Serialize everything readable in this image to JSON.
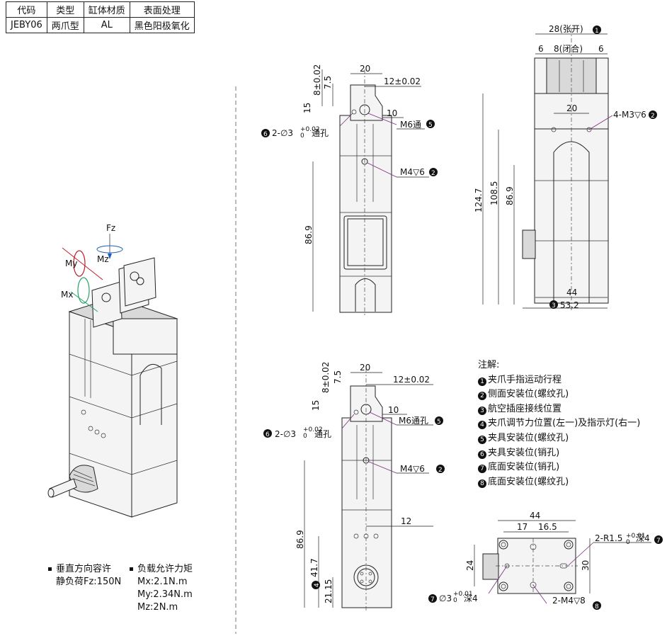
{
  "table": {
    "headers": [
      "代码",
      "类型",
      "缸体材质",
      "表面处理"
    ],
    "row": [
      "JEBY06",
      "两爪型",
      "AL",
      "黑色阳极氧化"
    ]
  },
  "iso": {
    "fz": "Fz",
    "my": "My",
    "mz": "Mz",
    "mx": "Mx"
  },
  "load": {
    "vertical_title": "垂直方向容许",
    "vertical_value": "静负荷Fz:150N",
    "moment_title": "负载允许力矩",
    "mx": "Mx:2.1N.m",
    "my": "My:2.34N.m",
    "mz": "Mz:2N.m"
  },
  "top_view": {
    "d_8": "8±0.02",
    "d_75": "7.5",
    "d_20": "20",
    "d_12": "12±0.02",
    "d_15": "15",
    "d_10": "10",
    "m6": "M6通",
    "holes": "2-∅3",
    "tol": "+0.02",
    "tol0": "0",
    "through": "通孔",
    "m4": "M4▽6",
    "d_869": "86.9"
  },
  "front_view": {
    "open": "28(张开)",
    "d6a": "6",
    "closed": "8(闭合)",
    "d6b": "6",
    "d20": "20",
    "m3": "4-M3▽6",
    "d1247": "124.7",
    "d1085": "108.5",
    "d869": "86.9",
    "d44": "44",
    "d532": "53.2"
  },
  "side_view": {
    "d_8": "8±0.02",
    "d_75": "7.5",
    "d_20": "20",
    "d_12": "12±0.02",
    "d_15": "15",
    "d_10": "10",
    "m6": "M6通孔",
    "holes": "2-∅3",
    "tol": "+0.02",
    "tol0": "0",
    "through": "通孔",
    "m4": "M4▽6",
    "d12b": "12",
    "d869": "86.9",
    "d417": "41.7",
    "d2115": "21.15"
  },
  "bottom_view": {
    "d44": "44",
    "d17": "17",
    "d165": "16.5",
    "r15": "2-R1.5",
    "tol": "+0.01",
    "tol0": "0",
    "deep4": "深4",
    "d24": "24",
    "d30": "30",
    "pin": "∅3",
    "pdeep": "深4",
    "m4": "2-M4▽8"
  },
  "notes": {
    "title": "注解:",
    "items": [
      {
        "num": "1",
        "text": "夹爪手指运动行程"
      },
      {
        "num": "2",
        "text": "侧面安装位(螺纹孔)"
      },
      {
        "num": "3",
        "text": "航空插座接线位置"
      },
      {
        "num": "4",
        "text": "夹爪调节力位置(左一)及指示灯(右一)"
      },
      {
        "num": "5",
        "text": "夹具安装位(螺纹孔)"
      },
      {
        "num": "6",
        "text": "夹具安装位(销孔)"
      },
      {
        "num": "7",
        "text": "底面安装位(销孔)"
      },
      {
        "num": "8",
        "text": "底面安装位(螺纹孔)"
      }
    ]
  },
  "colors": {
    "leader": "#7b2d7b",
    "ink": "#111111"
  }
}
